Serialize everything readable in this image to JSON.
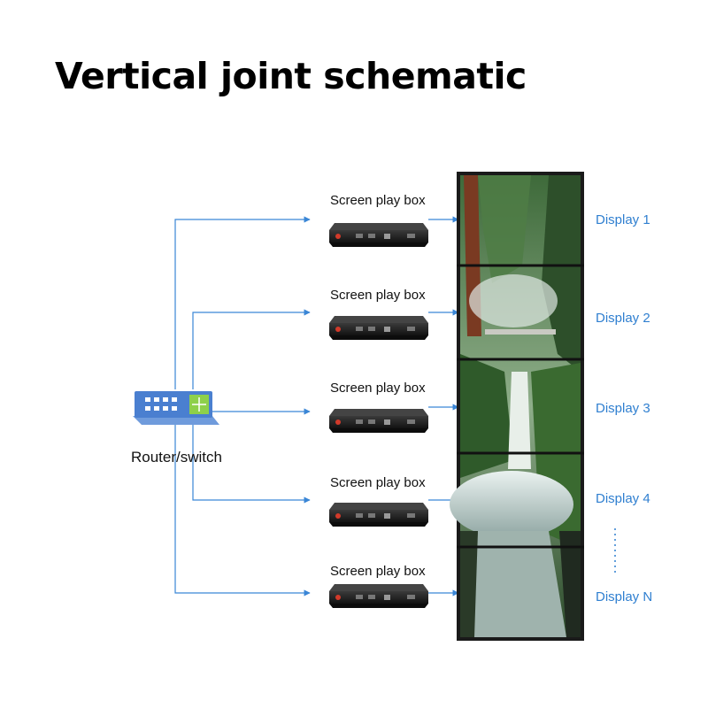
{
  "title": "Vertical joint schematic",
  "router": {
    "label": "Router/switch"
  },
  "boxes": [
    {
      "label": "Screen play box"
    },
    {
      "label": "Screen play box"
    },
    {
      "label": "Screen play box"
    },
    {
      "label": "Screen play box"
    },
    {
      "label": "Screen play box"
    }
  ],
  "displays": [
    {
      "label": "Display 1"
    },
    {
      "label": "Display 2"
    },
    {
      "label": "Display 3"
    },
    {
      "label": "Display 4"
    },
    {
      "label": "Display N"
    }
  ],
  "colors": {
    "line": "#3a86d6",
    "display_label": "#2f7fd0",
    "router_body": "#4a7fd0",
    "router_panel": "#8ed04a",
    "box_body": "#1c1c1c"
  }
}
